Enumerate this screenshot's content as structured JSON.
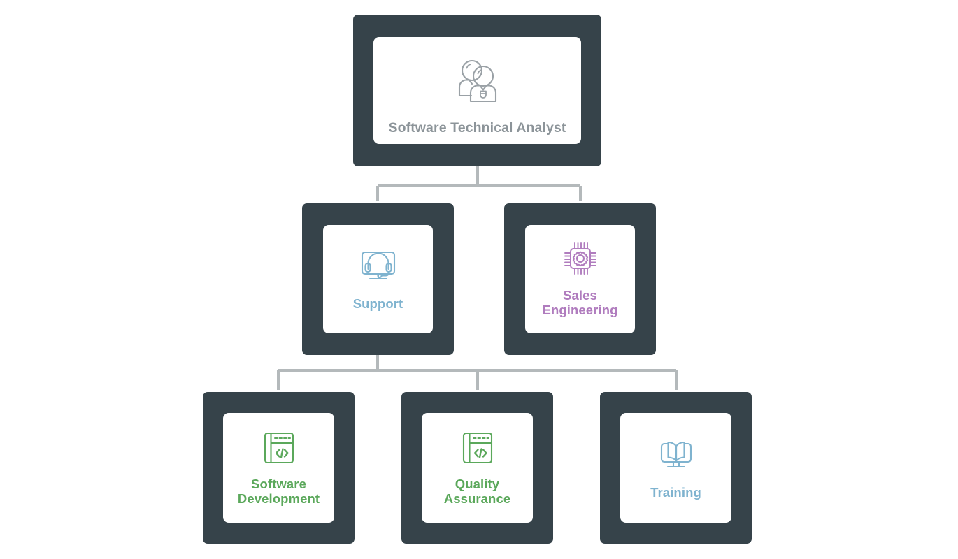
{
  "diagram": {
    "title": "Software Technical Analyst organization chart",
    "background_color": "#ffffff",
    "node_frame_color": "#36434a",
    "node_face_color": "#ffffff",
    "connector_color": "#b4b9bb"
  },
  "nodes": {
    "root": {
      "label": "Software Technical Analyst",
      "icon": "two-users-icon",
      "label_color": "#8c9499",
      "icon_color": "#9aa1a6"
    },
    "support": {
      "label": "Support",
      "icon": "headset-monitor-icon",
      "label_color": "#7fb3cf",
      "icon_color": "#7fb3cf"
    },
    "sales_engineering": {
      "label": "Sales\nEngineering",
      "line1": "Sales",
      "line2": "Engineering",
      "icon": "cpu-chip-gear-icon",
      "label_color": "#b07cbe",
      "icon_color": "#b07cbe"
    },
    "software_development": {
      "label": "Software\nDevelopment",
      "line1": "Software",
      "line2": "Development",
      "icon": "code-window-icon",
      "label_color": "#5ba85b",
      "icon_color": "#5ba85b"
    },
    "quality_assurance": {
      "label": "Quality\nAssurance",
      "line1": "Quality",
      "line2": "Assurance",
      "icon": "code-window-icon",
      "label_color": "#5ba85b",
      "icon_color": "#5ba85b"
    },
    "training": {
      "label": "Training",
      "icon": "open-book-monitor-icon",
      "label_color": "#7fb3cf",
      "icon_color": "#7fb3cf"
    }
  },
  "hierarchy": {
    "root": "Software Technical Analyst",
    "children": [
      {
        "name": "Support",
        "children": [
          "Software Development",
          "Quality Assurance",
          "Training"
        ]
      },
      {
        "name": "Sales Engineering",
        "children": []
      }
    ]
  }
}
